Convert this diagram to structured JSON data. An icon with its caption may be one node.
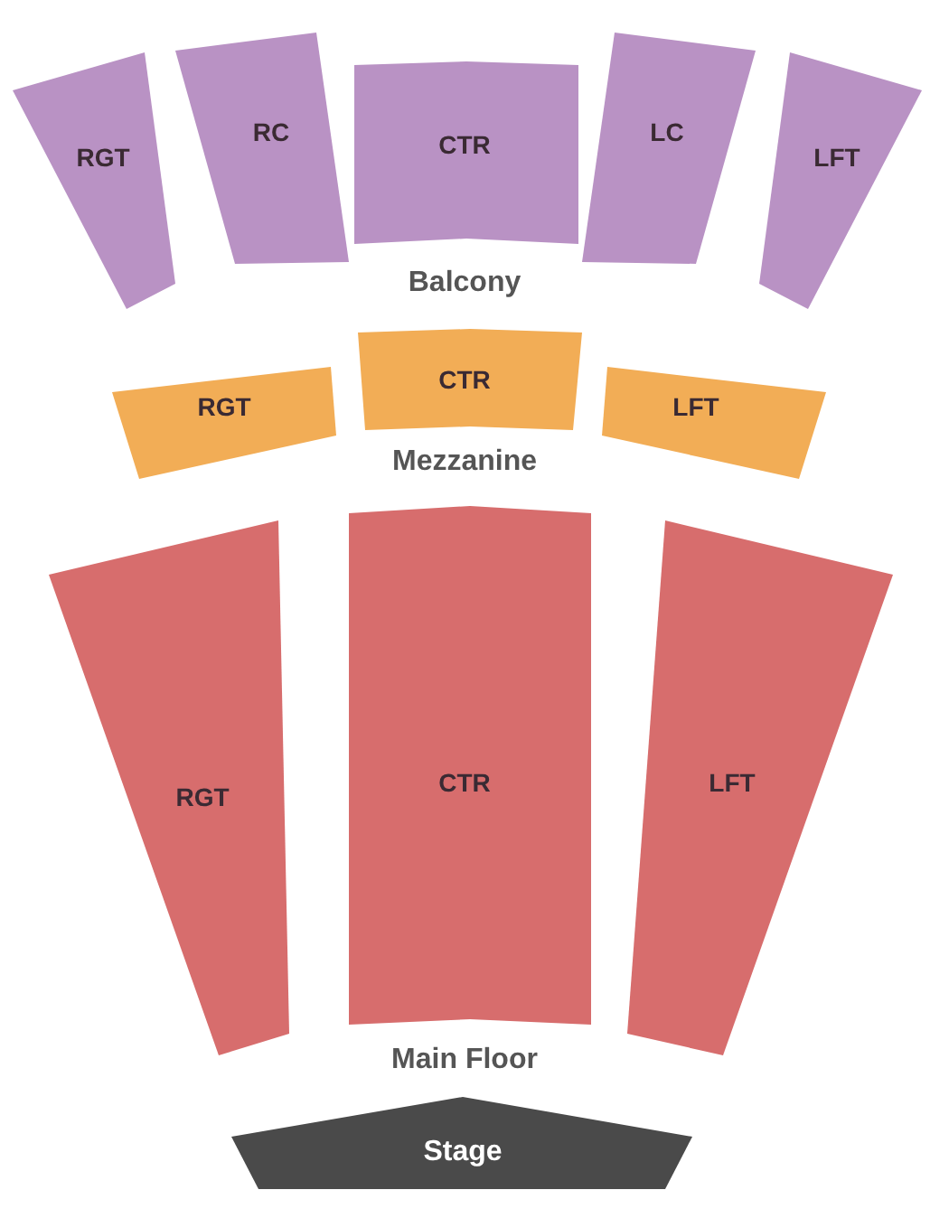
{
  "diagram": {
    "nodes": [
      {
        "text": [
          "RGT"
        ]
      },
      {
        "text": [
          "RC"
        ]
      },
      {
        "text": [
          "CTR"
        ]
      },
      {
        "text": [
          "LC"
        ]
      },
      {
        "text": [
          "LFT"
        ]
      },
      {
        "text": [
          "RGT"
        ]
      },
      {
        "text": [
          "CTR"
        ]
      },
      {
        "text": [
          "LFT"
        ]
      },
      {
        "text": [
          "RGT"
        ]
      },
      {
        "text": [
          "CTR"
        ]
      },
      {
        "text": [
          "LFT"
        ]
      },
      {
        "text": [
          "Stage"
        ]
      }
    ],
    "edges": [],
    "labels": [
      "Balcony",
      "Mezzanine",
      "Main Floor"
    ]
  }
}
